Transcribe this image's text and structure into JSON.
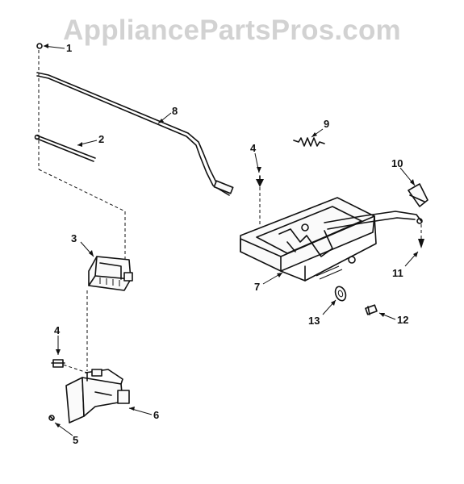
{
  "watermark": "AppliancePartsPros.com",
  "callouts": {
    "p1": "1",
    "p2": "2",
    "p3": "3",
    "p4a": "4",
    "p4b": "4",
    "p5": "5",
    "p6": "6",
    "p7": "7",
    "p8": "8",
    "p9": "9",
    "p10": "10",
    "p11": "11",
    "p12": "12",
    "p13": "13"
  }
}
